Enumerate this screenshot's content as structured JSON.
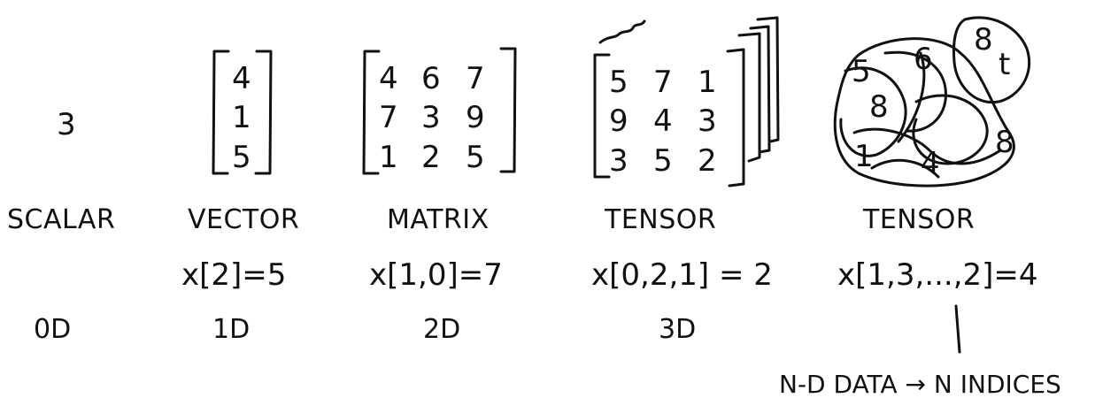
{
  "columns": [
    {
      "id": "scalar",
      "grid": [
        [
          "3"
        ]
      ],
      "label": "SCALAR",
      "index_expr": "",
      "dim": "0D"
    },
    {
      "id": "vector",
      "grid": [
        [
          "4"
        ],
        [
          "1"
        ],
        [
          "5"
        ]
      ],
      "label": "VECTOR",
      "index_expr": "x[2]=5",
      "dim": "1D"
    },
    {
      "id": "matrix",
      "grid": [
        [
          "4",
          "6",
          "7"
        ],
        [
          "7",
          "3",
          "9"
        ],
        [
          "1",
          "2",
          "5"
        ]
      ],
      "label": "MATRIX",
      "index_expr": "x[1,0]=7",
      "dim": "2D"
    },
    {
      "id": "tensor3",
      "grid": [
        [
          "5",
          "7",
          "1"
        ],
        [
          "9",
          "4",
          "3"
        ],
        [
          "3",
          "5",
          "2"
        ]
      ],
      "label": "TENSOR",
      "index_expr": "x[0,2,1] = 2",
      "dim": "3D"
    },
    {
      "id": "tensorN",
      "blob_numbers": [
        "5",
        "6",
        "8",
        "8",
        "t",
        "1",
        "4",
        "8"
      ],
      "label": "TENSOR",
      "index_expr": "x[1,3,...,2]=4",
      "dim": ""
    }
  ],
  "note": "N-D DATA → N INDICES",
  "colors": {
    "ink": "#111111",
    "background": "#ffffff"
  }
}
